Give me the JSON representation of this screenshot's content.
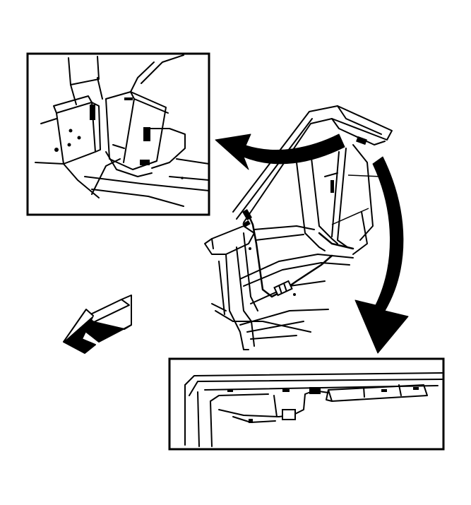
{
  "figure": {
    "ink_color": "#000000",
    "paper_color": "#ffffff",
    "insets": [
      {
        "id": "upper-left-inset",
        "content": "module-mounted-on-pillar-bracket"
      },
      {
        "id": "lower-right-inset",
        "content": "module-along-roof-rail-with-connector"
      }
    ],
    "callout_arrows": [
      "upper-left-callout-arrow",
      "lower-right-callout-arrow"
    ],
    "direction_indicator": "front-of-vehicle-arrow-icon"
  }
}
